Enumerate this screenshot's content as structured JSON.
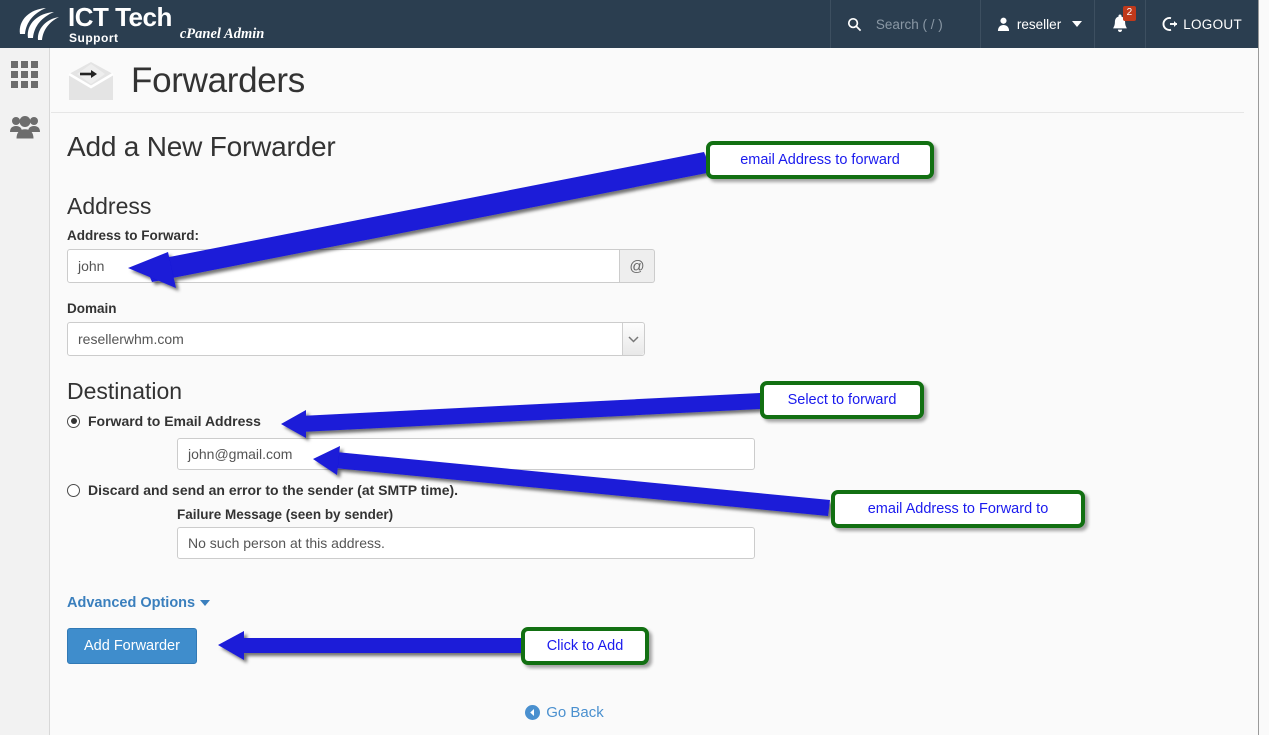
{
  "header": {
    "brand_name": "ICT Tech",
    "brand_sub": "Support",
    "brand_tagline": "cPanel Admin",
    "search_placeholder": "Search ( / )",
    "user_name": "reseller",
    "notification_count": "2",
    "logout_label": "LOGOUT",
    "icons": {
      "search": "search-icon",
      "user": "user-icon",
      "bell": "bell-icon",
      "logout": "logout-icon"
    },
    "bg_color": "#2b3e50",
    "badge_color": "#c0391b"
  },
  "sidebar": {
    "items": [
      {
        "name": "grid-icon",
        "label": ""
      },
      {
        "name": "users-icon",
        "label": ""
      }
    ],
    "bg_color": "#f2f2f2"
  },
  "page": {
    "title": "Forwarders",
    "icon": "envelope-forward-icon",
    "section_main": "Add a New Forwarder"
  },
  "address": {
    "heading": "Address",
    "label": "Address to Forward:",
    "value": "john",
    "addon": "@",
    "domain_label": "Domain",
    "domain_value": "resellerwhm.com"
  },
  "destination": {
    "heading": "Destination",
    "option_forward_label": "Forward to Email Address",
    "option_forward_selected": true,
    "forward_email_value": "john@gmail.com",
    "option_discard_label": "Discard and send an error to the sender (at SMTP time).",
    "option_discard_selected": false,
    "failure_label": "Failure Message (seen by sender)",
    "failure_value": "No such person at this address."
  },
  "actions": {
    "advanced_options": "Advanced Options",
    "add_forwarder": "Add Forwarder",
    "go_back": "Go Back",
    "primary_color": "#3f8dcc",
    "link_color": "#3a7fbd"
  },
  "annotations": {
    "border_color": "#127012",
    "text_color": "#1a1aee",
    "arrow_color": "#1a1ad8",
    "items": [
      {
        "label": "email Address to forward"
      },
      {
        "label": "Select to forward"
      },
      {
        "label": "email Address to Forward to"
      },
      {
        "label": "Click to Add"
      }
    ]
  }
}
